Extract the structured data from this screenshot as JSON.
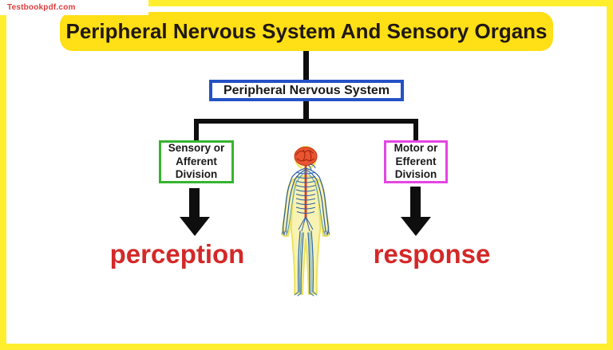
{
  "watermark": {
    "label": "Testbookpdf.com"
  },
  "banner": {
    "title": "Peripheral Nervous System And Sensory Organs"
  },
  "diagram": {
    "root": {
      "label": "Peripheral Nervous System"
    },
    "branches": {
      "left": {
        "box_lines": [
          "Sensory or",
          "Afferent",
          "Division"
        ],
        "outcome": "perception"
      },
      "right": {
        "box_lines": [
          "Motor or",
          "Efferent",
          "Division"
        ],
        "outcome": "response"
      }
    },
    "figure_icon": "human-nervous-system-illustration"
  },
  "colors": {
    "frame_yellow": "#ffee2e",
    "banner_yellow": "#ffdf16",
    "root_box_border_blue": "#2352c5",
    "sensory_box_border_green": "#35b430",
    "motor_box_border_magenta": "#e545e5",
    "outcome_text_red": "#d42828",
    "connector_black": "#0e0e0e",
    "watermark_red": "#e03c3c"
  }
}
